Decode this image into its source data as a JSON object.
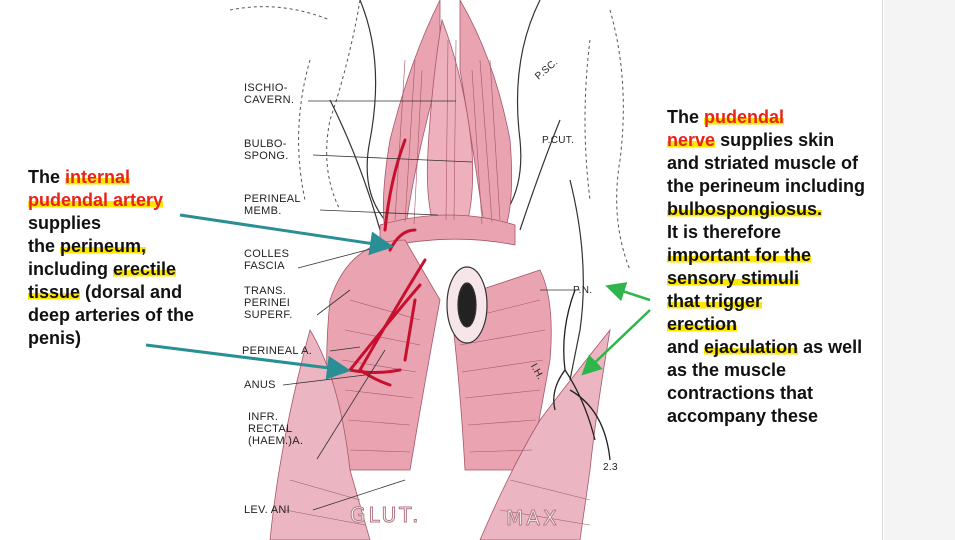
{
  "diagram": {
    "labels": {
      "ischio": [
        "ISCHIO-",
        "CAVERN."
      ],
      "bulbo": [
        "BULBO-",
        "SPONG."
      ],
      "perineal_memb": [
        "PERINEAL",
        "MEMB."
      ],
      "colles": [
        "COLLES",
        "FASCIA"
      ],
      "trans": [
        "TRANS.",
        "PERINEI",
        "SUPERF."
      ],
      "perineal_a": "PERINEAL A.",
      "anus": "ANUS",
      "infr": [
        "INFR.",
        "RECTAL",
        "(HAEM.)A."
      ],
      "lev_ani": "LEV. ANI",
      "psc": "P.SC.",
      "pcut": "P.CUT.",
      "pn": "P.N.",
      "ih": "I.H.",
      "num": "2.3",
      "glut": "GLUT.",
      "max": "MAX"
    },
    "colors": {
      "muscle": "#e9a3b1",
      "muscle_line": "#a65868",
      "artery": "#c8102e",
      "arrow_teal": "#2a8f95",
      "arrow_green": "#2fb64a"
    }
  },
  "left_caption": {
    "the": "The",
    "internal": "internal",
    "pudendal_artery": "pudendal artery",
    "supplies": "supplies",
    "the2": "the",
    "perineum": "perineum,",
    "including": "including",
    "erectile": "erectile",
    "tissue": "tissue",
    "rest": "(dorsal and deep arteries of the penis)"
  },
  "right_caption": {
    "the": "The",
    "pudendal": "pudendal",
    "nerve": "nerve",
    "supplies": "supplies skin and striated muscle of the perineum including",
    "bulbo": "bulbospongiosus.",
    "it_is": "It is therefore",
    "important": "important for the sensory stimuli",
    "that_trigger": "that trigger",
    "erection": "erection",
    "and": "and",
    "ejaculation": "ejaculation",
    "as_well": "as well as the muscle contractions that accompany these"
  }
}
